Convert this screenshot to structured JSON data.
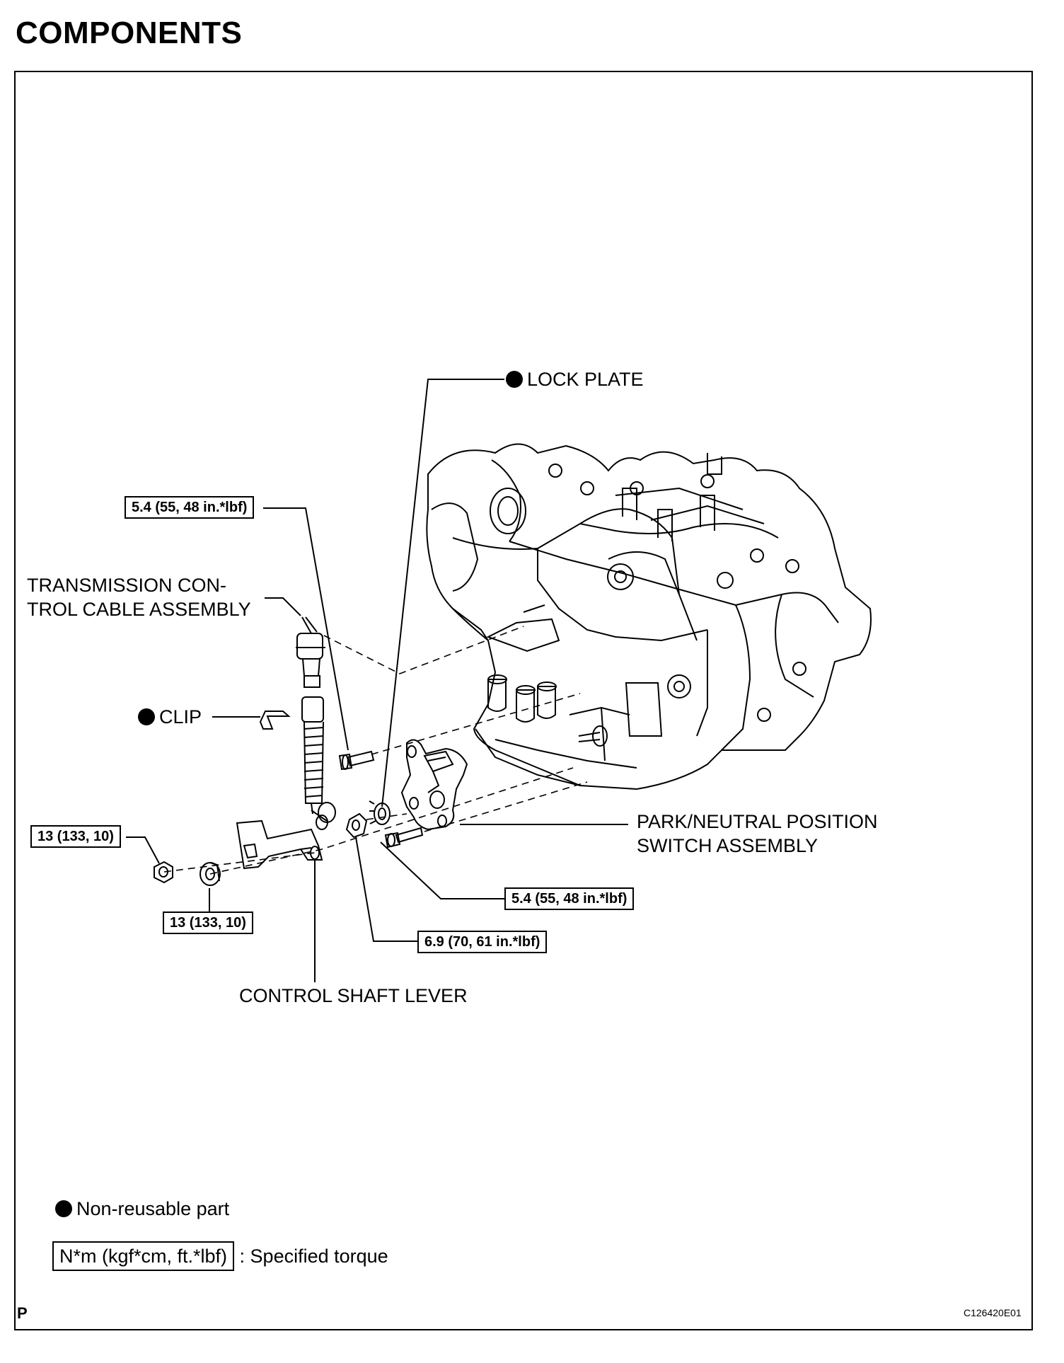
{
  "page": {
    "title": "COMPONENTS"
  },
  "labels": {
    "lock_plate": "LOCK PLATE",
    "transmission_cable": "TRANSMISSION CON-\nTROL CABLE ASSEMBLY",
    "clip": "CLIP",
    "pnp_switch": "PARK/NEUTRAL POSITION\nSWITCH ASSEMBLY",
    "control_shaft_lever": "CONTROL SHAFT LEVER"
  },
  "torques": {
    "cable_bolt": "5.4 (55, 48 in.*lbf)",
    "nut_left": "13 (133, 10)",
    "nut_center": "13 (133, 10)",
    "switch_bolt": "5.4 (55, 48 in.*lbf)",
    "shaft_nut": "6.9 (70, 61 in.*lbf)"
  },
  "legend": {
    "non_reusable": "Non-reusable part",
    "torque_unit": "N*m (kgf*cm, ft.*lbf)",
    "torque_desc": ": Specified torque"
  },
  "footer": {
    "corner_letter": "P",
    "figure_code": "C126420E01"
  },
  "icons": {
    "non_reusable_marker": "filled-circle"
  }
}
